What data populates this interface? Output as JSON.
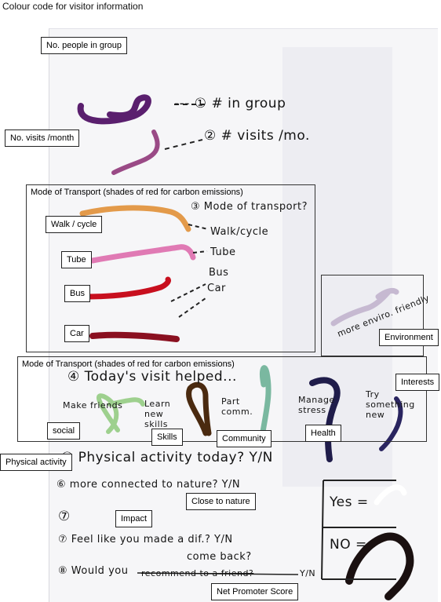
{
  "title": "Colour code for visitor information",
  "labels": {
    "group": "No. people in group",
    "visits": "No. visits /month",
    "walk": "Walk / cycle",
    "tube": "Tube",
    "bus": "Bus",
    "car": "Car",
    "environment": "Environment",
    "interests": "Interests",
    "social": "social",
    "skills": "Skills",
    "community": "Community",
    "health": "Health",
    "physical": "Physical activity",
    "nature": "Close to nature",
    "impact": "Impact",
    "nps": "Net Promoter Score"
  },
  "frames": {
    "transport": "Mode of Transport (shades of red for carbon emissions)",
    "interests": "Mode of Transport (shades of red for carbon emissions)"
  },
  "handwriting": {
    "group": "--- ① # in group",
    "visits": "② # visits /mo.",
    "transport_q": "③ Mode of transport?",
    "walk": "Walk/cycle",
    "tube": "Tube",
    "bus": "Bus",
    "car": "Car",
    "env": "more enviro. friendly",
    "visit_helped": "④ Today's visit helped...",
    "make_friends": "Make friends",
    "learn_skills": "Learn new skills",
    "part_comm": "Part comm.",
    "manage_stress": "Manage stress",
    "try_new": "Try something new",
    "physical": "⑤ Physical activity today? Y/N",
    "nature": "⑥ more connected to nature? Y/N",
    "seven": "⑦",
    "difference": "⑦ Feel like you made a dif.? Y/N",
    "come_back": "come back?",
    "recommend_a": "⑧ Would you",
    "recommend_b": "recommend to a friend?",
    "yes_no_tail": "Y/N",
    "yes": "Yes =",
    "no": "NO ="
  },
  "colors": {
    "group": "#5a1f6e",
    "visits": "#9a4a86",
    "walk": "#e39a4a",
    "tube": "#e07ab4",
    "bus": "#c80f1e",
    "car": "#8a1020",
    "environment": "#c6b9d1",
    "social": "#9ed08e",
    "skills": "#4a2a10",
    "community": "#7ab8a0",
    "health": "#1f1c4a",
    "interests": "#2a2560",
    "yes": "#ffffff",
    "no": "#1a1010"
  }
}
